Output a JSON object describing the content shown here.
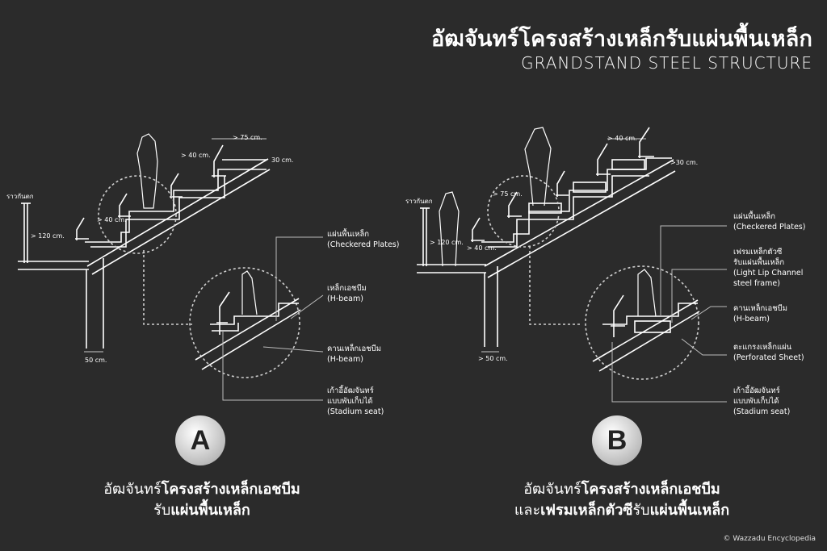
{
  "header": {
    "title_th": "อัฒจันทร์โครงสร้างเหล็กรับแผ่นพื้นเหล็ก",
    "title_en": "GRANDSTAND STEEL STRUCTURE"
  },
  "diagram_a": {
    "badge": "A",
    "dims": {
      "railing": "ราวกันตก",
      "railing_height": "> 120 cm.",
      "seat_spacing": "> 75 cm.",
      "seat_height": "> 40 cm.",
      "riser": "30 cm.",
      "seat_gap": "> 40 cm.",
      "column": "50 cm."
    },
    "callouts": [
      {
        "th": "แผ่นพื้นเหล็ก",
        "en": "(Checkered Plates)"
      },
      {
        "th": "เหล็กเอชบีม",
        "en": "(H-beam)"
      },
      {
        "th": "คานเหล็กเอชบีม",
        "en": "(H-beam)"
      },
      {
        "th": "เก้าอี้อัฒจันทร์",
        "th2": "แบบพับเก็บได้",
        "en": "(Stadium seat)"
      }
    ],
    "caption_line1_light": "อัฒจันทร์",
    "caption_line1_bold": "โครงสร้างเหล็กเอชบีม",
    "caption_line2_light": "รับ",
    "caption_line2_bold": "แผ่นพื้นเหล็ก"
  },
  "diagram_b": {
    "badge": "B",
    "dims": {
      "railing": "ราวกันตก",
      "railing_height": "> 120 cm.",
      "seat_spacing": "> 75 cm.",
      "seat_height": "> 40 cm.",
      "riser": ">30 cm.",
      "seat_gap": "> 40 cm.",
      "column": "> 50 cm."
    },
    "callouts": [
      {
        "th": "แผ่นพื้นเหล็ก",
        "en": "(Checkered Plates)"
      },
      {
        "th": "เฟรมเหล็กตัวซี",
        "th2": "รับแผ่นพื้นเหล็ก",
        "en": "(Light Lip Channel",
        "en2": "steel frame)"
      },
      {
        "th": "คานเหล็กเอชบีม",
        "en": "(H-beam)"
      },
      {
        "th": "ตะแกรงเหล็กแผ่น",
        "en": "(Perforated Sheet)"
      },
      {
        "th": "เก้าอี้อัฒจันทร์",
        "th2": "แบบพับเก็บได้",
        "en": "(Stadium seat)"
      }
    ],
    "caption_line1_light": "อัฒจันทร์",
    "caption_line1_bold": "โครงสร้างเหล็กเอชบีม",
    "caption_line2_light_a": "และ",
    "caption_line2_bold_a": "เฟรมเหล็กตัวซี",
    "caption_line2_light_b": "รับ",
    "caption_line2_bold_b": "แผ่นพื้นเหล็ก"
  },
  "copyright": "© Wazzadu Encyclopedia"
}
